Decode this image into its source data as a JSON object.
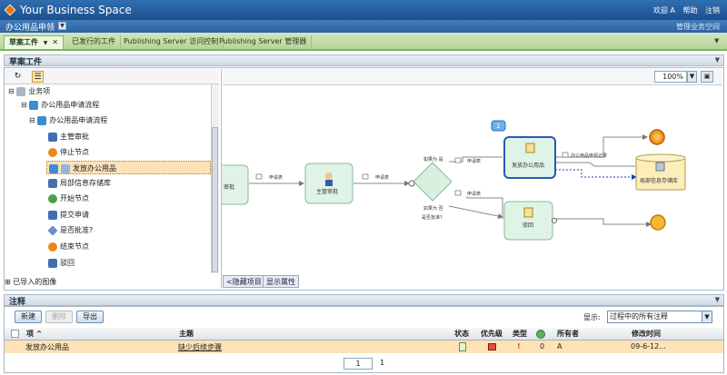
{
  "header": {
    "app_title": "Your Business Space",
    "links": [
      "欢迎 A",
      "帮助",
      "注销"
    ],
    "workspace": "办公用品申领",
    "admin_link": "管理业务空间"
  },
  "tabs": [
    "草案工件",
    "已发行的工件",
    "Publishing Server 访问控制",
    "Publishing Server 管理器"
  ],
  "panel1": {
    "title": "草案工件",
    "tree": [
      {
        "label": "业务项",
        "icon": "folder-icon",
        "color": "#8a9aa8"
      },
      {
        "label": "办公用品申请流程",
        "icon": "process-icon",
        "color": "#3e8ccf"
      },
      {
        "label": "办公用品申请流程",
        "icon": "process-icon",
        "color": "#3e8ccf"
      },
      {
        "label": "主管审批",
        "icon": "user-task-icon",
        "color": "#3e6fb5"
      },
      {
        "label": "停止节点",
        "icon": "stop-node-icon",
        "color": "#e88a1a"
      },
      {
        "label": "发放办公用品",
        "icon": "task-icon",
        "color": "#3e8ccf"
      },
      {
        "label": "局部信息存储库",
        "icon": "repository-icon",
        "color": "#4a6fa5"
      },
      {
        "label": "开始节点",
        "icon": "start-node-icon",
        "color": "#4aa04a"
      },
      {
        "label": "提交申请",
        "icon": "user-task-icon",
        "color": "#3e6fb5"
      },
      {
        "label": "是否批准?",
        "icon": "decision-icon",
        "color": "#6a8fcf"
      },
      {
        "label": "结束节点",
        "icon": "end-node-icon",
        "color": "#e88a1a"
      },
      {
        "label": "驳回",
        "icon": "user-task-icon",
        "color": "#3e6fb5"
      }
    ],
    "imported": "已导入的图像",
    "zoom": "100%",
    "canvas_tabs": [
      "<隐藏项目",
      "显示属性"
    ]
  },
  "diagram": {
    "tasks": [
      "审批",
      "主管审批",
      "发放办公用品",
      "驳回"
    ],
    "flow_labels": [
      "申请表",
      "申请表",
      "申请表",
      "申请表",
      "办公用品申领记录",
      "局部信息存储库"
    ],
    "decision_labels": [
      "如果为 是",
      "如果为 否",
      "是否批准?"
    ],
    "badge": "1"
  },
  "panel2": {
    "title": "注释",
    "buttons": [
      "新建",
      "删除",
      "导出"
    ],
    "show_label": "显示:",
    "show_value": "过程中的所有注释",
    "columns": [
      "项",
      "主题",
      "状态",
      "优先级",
      "类型",
      "",
      "所有者",
      "修改时间"
    ],
    "rows": [
      {
        "item": "发放办公用品",
        "subject": "缺少后续步骤",
        "count": "0",
        "owner": "A",
        "modified": "09-6-12..."
      }
    ],
    "page": "1",
    "total_pages": "1"
  }
}
